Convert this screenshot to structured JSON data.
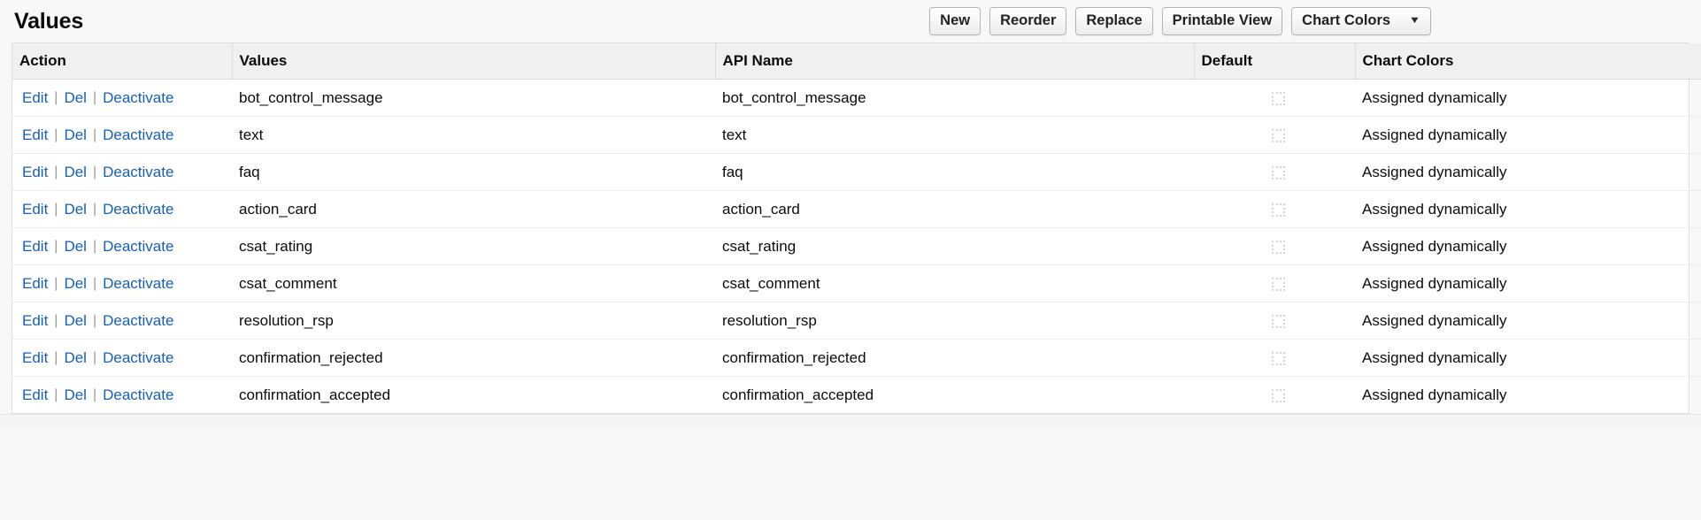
{
  "header": {
    "title": "Values",
    "toolbar": {
      "buttons": [
        {
          "label": "New",
          "name": "new-button"
        },
        {
          "label": "Reorder",
          "name": "reorder-button"
        },
        {
          "label": "Replace",
          "name": "replace-button"
        },
        {
          "label": "Printable View",
          "name": "printable-view-button"
        }
      ],
      "dropdown": {
        "label": "Chart Colors",
        "caret": "▼"
      }
    }
  },
  "table": {
    "columns": [
      {
        "key": "action",
        "label": "Action"
      },
      {
        "key": "values",
        "label": "Values"
      },
      {
        "key": "api_name",
        "label": "API Name"
      },
      {
        "key": "default",
        "label": "Default"
      },
      {
        "key": "chart_colors",
        "label": "Chart Colors"
      }
    ],
    "action_links": {
      "edit": "Edit",
      "del": "Del",
      "deactivate": "Deactivate",
      "separator": "|"
    },
    "rows": [
      {
        "values": "bot_control_message",
        "api_name": "bot_control_message",
        "default": false,
        "chart_colors": "Assigned dynamically"
      },
      {
        "values": "text",
        "api_name": "text",
        "default": false,
        "chart_colors": "Assigned dynamically"
      },
      {
        "values": "faq",
        "api_name": "faq",
        "default": false,
        "chart_colors": "Assigned dynamically"
      },
      {
        "values": "action_card",
        "api_name": "action_card",
        "default": false,
        "chart_colors": "Assigned dynamically"
      },
      {
        "values": "csat_rating",
        "api_name": "csat_rating",
        "default": false,
        "chart_colors": "Assigned dynamically"
      },
      {
        "values": "csat_comment",
        "api_name": "csat_comment",
        "default": false,
        "chart_colors": "Assigned dynamically"
      },
      {
        "values": "resolution_rsp",
        "api_name": "resolution_rsp",
        "default": false,
        "chart_colors": "Assigned dynamically"
      },
      {
        "values": "confirmation_rejected",
        "api_name": "confirmation_rejected",
        "default": false,
        "chart_colors": "Assigned dynamically"
      },
      {
        "values": "confirmation_accepted",
        "api_name": "confirmation_accepted",
        "default": false,
        "chart_colors": "Assigned dynamically"
      }
    ]
  },
  "colors": {
    "link": "#1b5faa",
    "page_background": "#f8f8f8",
    "header_row_background": "#f0f0f0"
  }
}
